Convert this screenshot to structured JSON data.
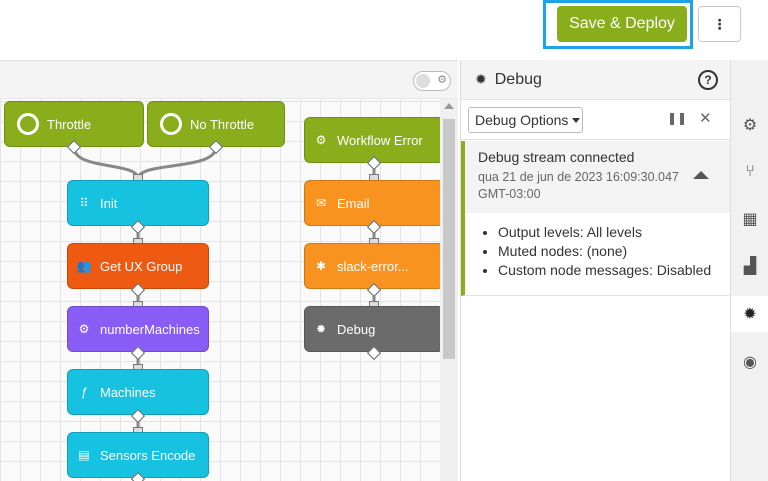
{
  "toolbar": {
    "deploy_label": "Save & Deploy",
    "menu_label": "⋮"
  },
  "workspace": {
    "nodes": [
      {
        "label": "Throttle",
        "icon": "inject-circle-icon"
      },
      {
        "label": "No Throttle",
        "icon": "inject-circle-icon"
      },
      {
        "label": "Init",
        "icon": "grid-icon",
        "icon_glyph": "⠿"
      },
      {
        "label": "Get UX Group",
        "icon": "users-icon",
        "icon_glyph": "👥"
      },
      {
        "label": "numberMachines",
        "icon": "cogs-icon",
        "icon_glyph": "⚙"
      },
      {
        "label": "Machines",
        "icon": "function-icon",
        "icon_glyph": "ƒ"
      },
      {
        "label": "Sensors Encode",
        "icon": "file-icon",
        "icon_glyph": "▤"
      },
      {
        "label": "Workflow Error",
        "icon": "alert-gear-icon",
        "icon_glyph": "⚙"
      },
      {
        "label": "Email",
        "icon": "envelope-icon",
        "icon_glyph": "✉"
      },
      {
        "label": "slack-error...",
        "icon": "slack-icon",
        "icon_glyph": "✱"
      },
      {
        "label": "Debug",
        "icon": "bug-icon",
        "icon_glyph": "✹"
      }
    ]
  },
  "debug": {
    "title": "Debug",
    "help_glyph": "?",
    "options_label": "Debug Options",
    "pause_glyph": "❚❚",
    "close_glyph": "✕",
    "message": {
      "title": "Debug stream connected",
      "timestamp": "qua 21 de jun de 2023 16:09:30.047 GMT-03:00",
      "items": [
        "Output levels: All levels",
        "Muted nodes: (none)",
        "Custom node messages: Disabled"
      ]
    }
  },
  "sidebar": {
    "icons": [
      "gear-icon",
      "branch-icon",
      "database-icon",
      "chart-icon",
      "bug-icon",
      "globe-icon"
    ],
    "active": "bug-icon"
  },
  "colors": {
    "accent_green": "#8aad1c",
    "highlight_blue": "#1ea3e8",
    "node_teal": "#17c1e0",
    "node_red": "#ee5a12",
    "node_purple": "#8a5cf6",
    "node_orange": "#f7931e",
    "node_gray": "#6b6b6b"
  }
}
